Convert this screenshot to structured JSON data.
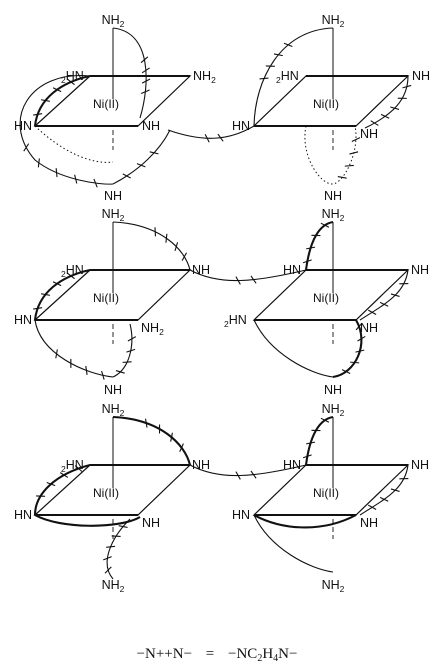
{
  "labels": {
    "nh2": "NH",
    "nh": "NH",
    "hn": "HN",
    "hn_prefix": "2",
    "sub_2": "2",
    "metal": "Ni(II)"
  },
  "caption": {
    "left": "−N++N−",
    "equals": "=",
    "right_a": "−NC",
    "right_sub1": "2",
    "right_b": "H",
    "right_sub2": "4",
    "right_c": "N−"
  },
  "colors": {
    "ink": "#111111",
    "background": "#ffffff"
  }
}
